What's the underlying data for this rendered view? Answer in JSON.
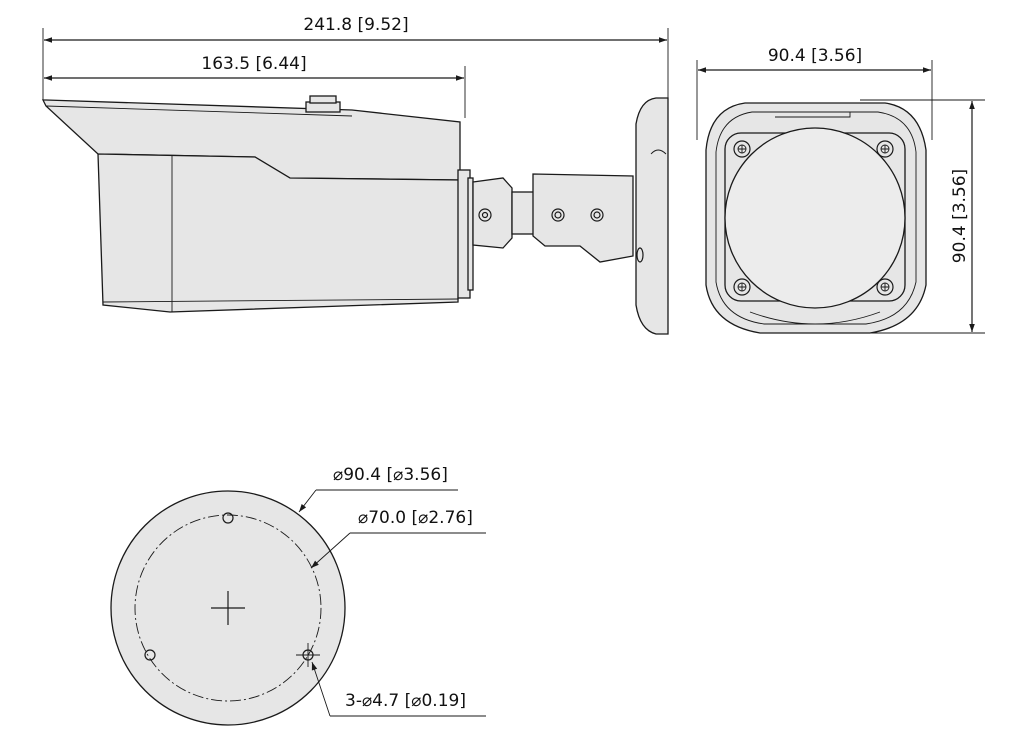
{
  "dimensions": {
    "overall_length": "241.8 [9.52]",
    "body_length": "163.5 [6.44]",
    "front_width": "90.4 [3.56]",
    "front_height": "90.4 [3.56]",
    "base_diameter": "⌀90.4 [⌀3.56]",
    "hole_circle_diameter": "⌀70.0 [⌀2.76]",
    "mount_holes": "3-⌀4.7 [⌀0.19]"
  }
}
